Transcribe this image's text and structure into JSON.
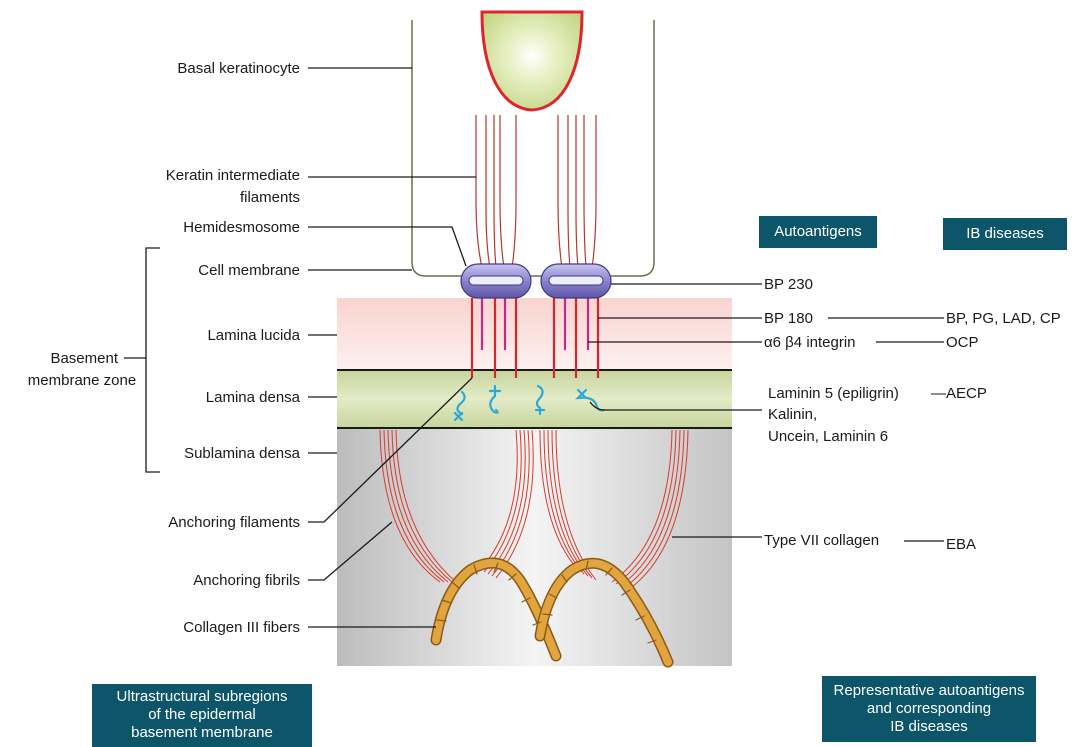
{
  "left_labels": {
    "basal_keratinocyte": "Basal keratinocyte",
    "keratin_line1": "Keratin intermediate",
    "keratin_line2": "filaments",
    "hemidesmosome": "Hemidesmosome",
    "cell_membrane": "Cell membrane",
    "basement_line1": "Basement",
    "basement_line2": "membrane zone",
    "lamina_lucida": "Lamina lucida",
    "lamina_densa": "Lamina densa",
    "sublamina_densa": "Sublamina densa",
    "anchoring_filaments": "Anchoring filaments",
    "anchoring_fibrils": "Anchoring fibrils",
    "collagen_iii": "Collagen III fibers"
  },
  "autoantigens": {
    "bp230": "BP 230",
    "bp180": "BP 180",
    "integrin": "α6 β4 integrin",
    "laminin5": "Laminin 5 (epiligrin)",
    "kalinin": "Kalinin,",
    "uncein": "Uncein, Laminin 6",
    "type7": "Type VII collagen"
  },
  "diseases": {
    "bp_group": "BP, PG, LAD, CP",
    "ocp": "OCP",
    "aecp": "—AECP",
    "eba": "EBA"
  },
  "boxes": {
    "autoantigens": "Autoantigens",
    "ib_diseases": "IB diseases",
    "left_caption": [
      "Ultrastructural subregions",
      "of the epidermal",
      "basement membrane"
    ],
    "right_caption": [
      "Representative autoantigens",
      "and corresponding",
      "IB diseases"
    ]
  },
  "colors": {
    "box_bg": "#0d5568",
    "nucleus": "#dfeab0",
    "nucleus_border": "#e0242c",
    "lucida": "#f9d6d3",
    "densa": "#d4dfb4",
    "sublamina": "#cfcfcf",
    "hemidesmosome": "#8c86d0",
    "collagen": "#e2a43c",
    "filament": "#c0281e",
    "laminin": "#2ba8d6"
  }
}
